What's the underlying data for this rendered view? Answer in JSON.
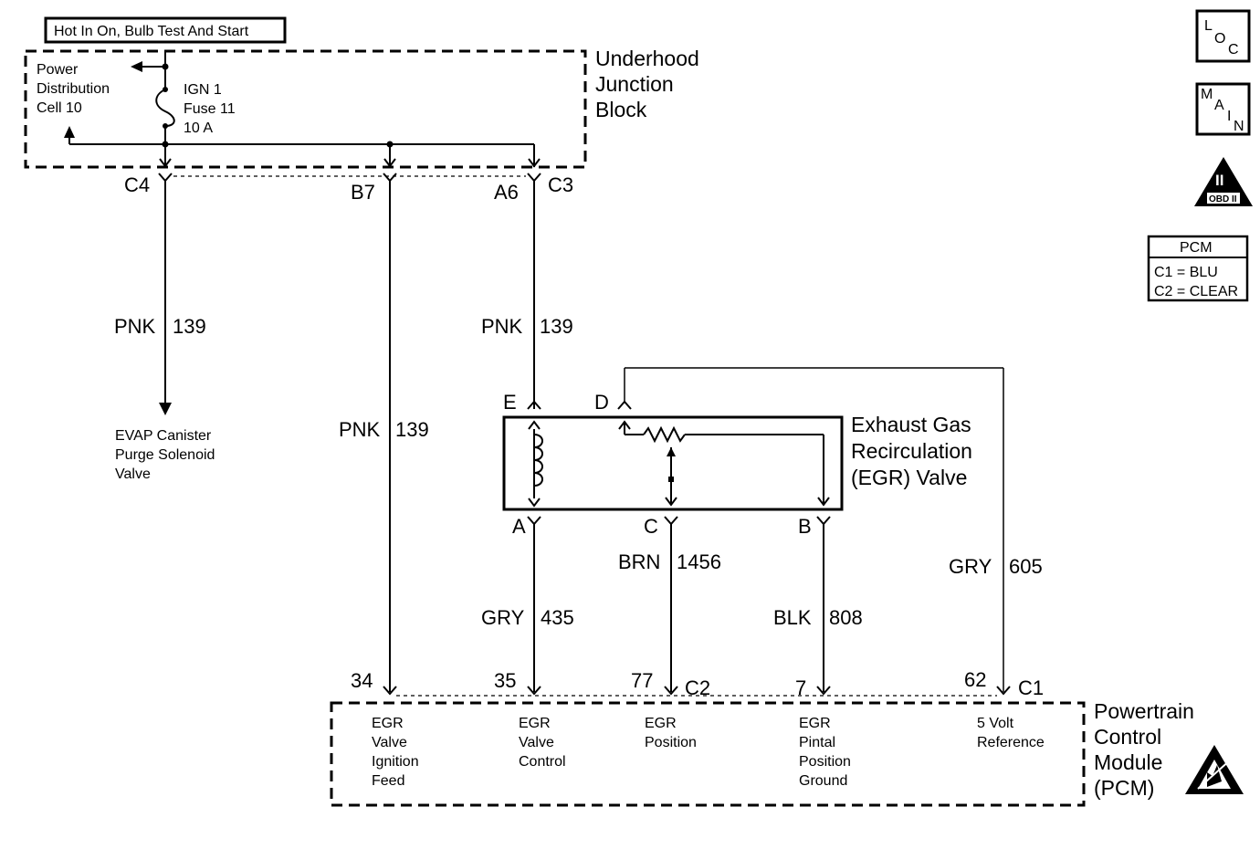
{
  "header": {
    "power_label": "Hot In On, Bulb Test And Start"
  },
  "underhood": {
    "title_line1": "Underhood",
    "title_line2": "Junction",
    "title_line3": "Block",
    "power_dist_line1": "Power",
    "power_dist_line2": "Distribution",
    "power_dist_line3": "Cell 10",
    "fuse_line1": "IGN 1",
    "fuse_line2": "Fuse 11",
    "fuse_line3": "10 A",
    "conn_c4": "C4",
    "conn_b7": "B7",
    "conn_a6": "A6",
    "conn_c3": "C3"
  },
  "wires": {
    "w1_color": "PNK",
    "w1_circuit": "139",
    "w2_color": "PNK",
    "w2_circuit": "139",
    "w3_color": "PNK",
    "w3_circuit": "139",
    "w4_color": "GRY",
    "w4_circuit": "435",
    "w5_color": "BRN",
    "w5_circuit": "1456",
    "w6_color": "BLK",
    "w6_circuit": "808",
    "w7_color": "GRY",
    "w7_circuit": "605"
  },
  "evap": {
    "line1": "EVAP Canister",
    "line2": "Purge Solenoid",
    "line3": "Valve"
  },
  "egr_valve": {
    "title_line1": "Exhaust Gas",
    "title_line2": "Recirculation",
    "title_line3": "(EGR) Valve",
    "pin_e": "E",
    "pin_d": "D",
    "pin_a": "A",
    "pin_c": "C",
    "pin_b": "B"
  },
  "pcm": {
    "title_line1": "Powertrain",
    "title_line2": "Control",
    "title_line3": "Module",
    "title_line4": "(PCM)",
    "pin_34": "34",
    "pin_35": "35",
    "pin_77": "77",
    "pin_7": "7",
    "pin_62": "62",
    "conn_c2": "C2",
    "conn_c1": "C1",
    "f1_line1": "EGR",
    "f1_line2": "Valve",
    "f1_line3": "Ignition",
    "f1_line4": "Feed",
    "f2_line1": "EGR",
    "f2_line2": "Valve",
    "f2_line3": "Control",
    "f3_line1": "EGR",
    "f3_line2": "Position",
    "f4_line1": "EGR",
    "f4_line2": "Pintal",
    "f4_line3": "Position",
    "f4_line4": "Ground",
    "f5_line1": "5 Volt",
    "f5_line2": "Reference"
  },
  "legend": {
    "loc_l": "L",
    "loc_o": "O",
    "loc_c": "C",
    "main_m": "M",
    "main_a": "A",
    "main_i": "I",
    "main_n": "N",
    "obd_numeral": "II",
    "obd_label": "OBD II",
    "pcm_title": "PCM",
    "pcm_c1": "C1 = BLU",
    "pcm_c2": "C2 = CLEAR"
  }
}
